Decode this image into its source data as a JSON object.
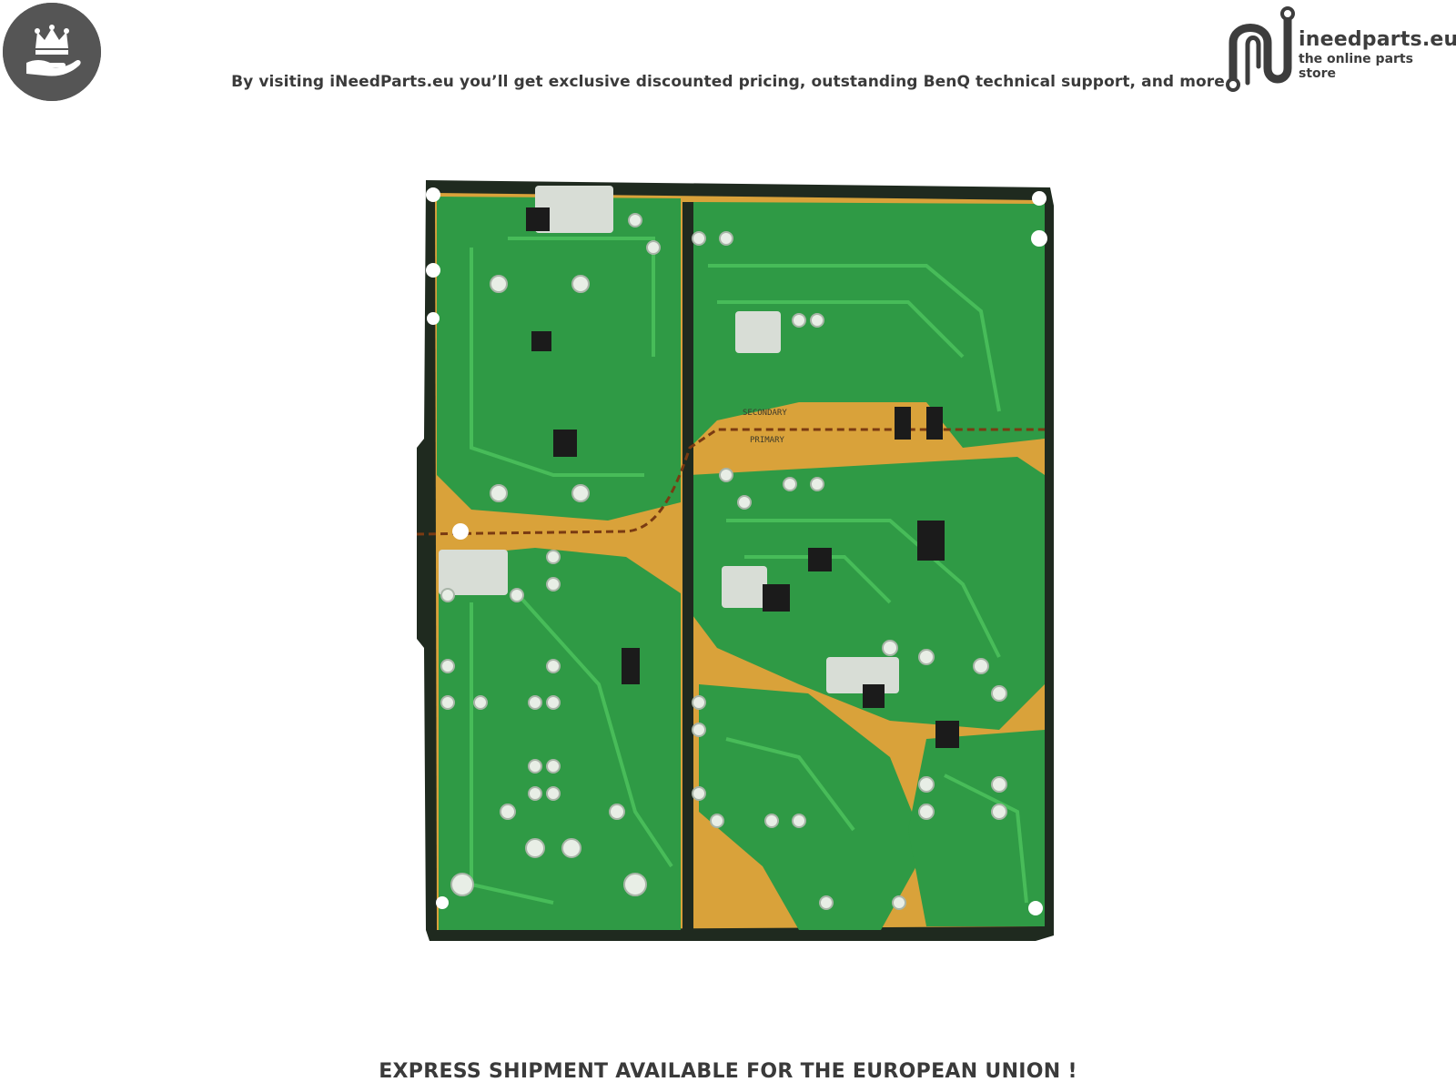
{
  "header": {
    "tagline": "By visiting iNeedParts.eu you’ll get exclusive discounted pricing, outstanding BenQ technical support, and more",
    "badge_icon": "crown-hand-icon",
    "badge_color": "#555555",
    "brand": {
      "name": "ineedparts.eu",
      "subtitle": "the online parts store",
      "logo_icon": "ineedparts-logo-icon"
    }
  },
  "product": {
    "image_icon": "power-supply-board-photo",
    "board_labels": {
      "upper": "SECONDARY",
      "lower": "PRIMARY"
    },
    "colors": {
      "mask": "#2f9a45",
      "copper": "#d9a23a",
      "edge": "#1f2a1f"
    }
  },
  "footer": {
    "shipping_text": "EXPRESS SHIPMENT AVAILABLE FOR THE EUROPEAN UNION !"
  }
}
